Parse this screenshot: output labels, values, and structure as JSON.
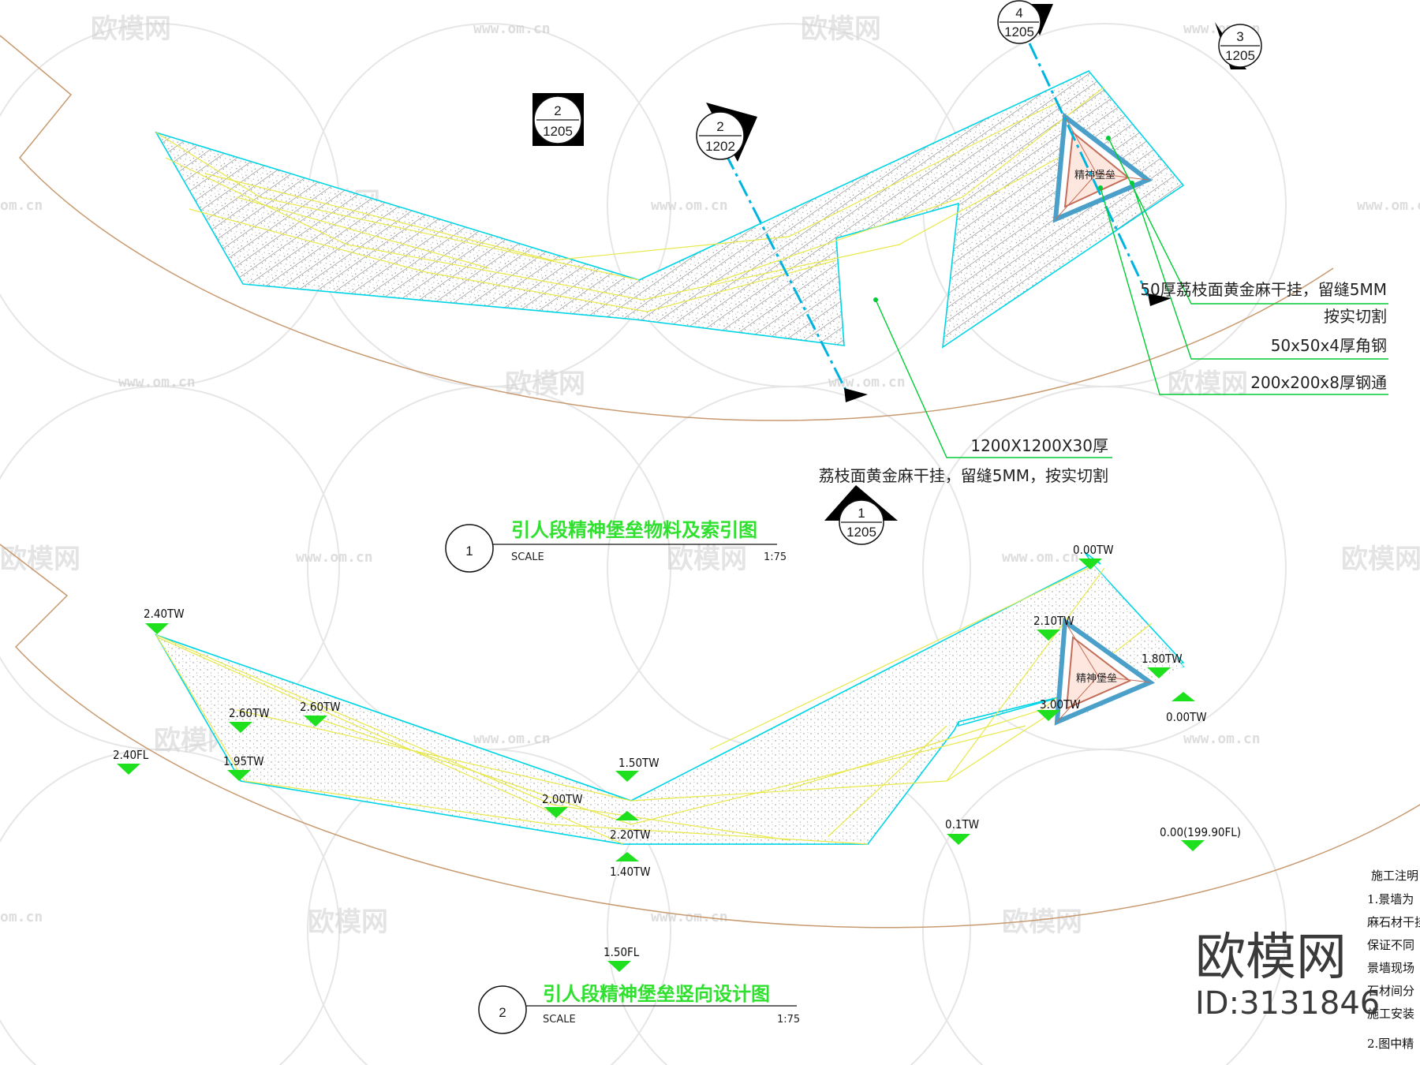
{
  "colors": {
    "outline": "#00d5e6",
    "joint": "#e8e84a",
    "leader": "#00cc33",
    "marker": "#1fe01f",
    "boundary": "#c89a70",
    "section_line": "#00b4e0",
    "title": "#2fe02f"
  },
  "watermark": {
    "brand": "欧模网",
    "url": "www.om.cn",
    "url_short": "om.cn"
  },
  "section_markers": [
    {
      "num": "4",
      "ref": "1205"
    },
    {
      "num": "3",
      "ref": "1205"
    },
    {
      "num": "2",
      "ref": "1205"
    },
    {
      "num": "2",
      "ref": "1202"
    },
    {
      "num": "1",
      "ref": "1205"
    }
  ],
  "plan1": {
    "feature_label": "精神堡垒",
    "callouts": {
      "c1_line1": "50厚荔枝面黄金麻干挂，留缝5MM",
      "c1_line2": "按实切割",
      "c2": "50x50x4厚角钢",
      "c3": "200x200x8厚钢通",
      "c4_line1": "1200X1200X30厚",
      "c4_line2": "荔枝面黄金麻干挂，留缝5MM，按实切割"
    },
    "title_num": "1",
    "title": "引人段精神堡垒物料及索引图",
    "scale_label": "SCALE",
    "scale_value": "1:75"
  },
  "plan2": {
    "feature_label": "精神堡垒",
    "elevations": [
      "0.00TW",
      "2.40TW",
      "2.10TW",
      "1.80TW",
      "3.00TW",
      "0.00TW",
      "2.60TW",
      "2.60TW",
      "2.40FL",
      "1.95TW",
      "1.50TW",
      "2.00TW",
      "2.20TW",
      "1.40TW",
      "0.1TW",
      "0.00(199.90FL)",
      "1.50FL"
    ],
    "title_num": "2",
    "title": "引人段精神堡垒竖向设计图",
    "scale_label": "SCALE",
    "scale_value": "1:75"
  },
  "notes": {
    "heading": "施工注明",
    "lines": [
      "1.景墙为",
      "麻石材干挂",
      "保证不同",
      "景墙现场",
      "石材间分",
      "施工安装",
      "2.图中精"
    ]
  },
  "brand": {
    "name": "欧模网",
    "id": "ID:3131846"
  }
}
